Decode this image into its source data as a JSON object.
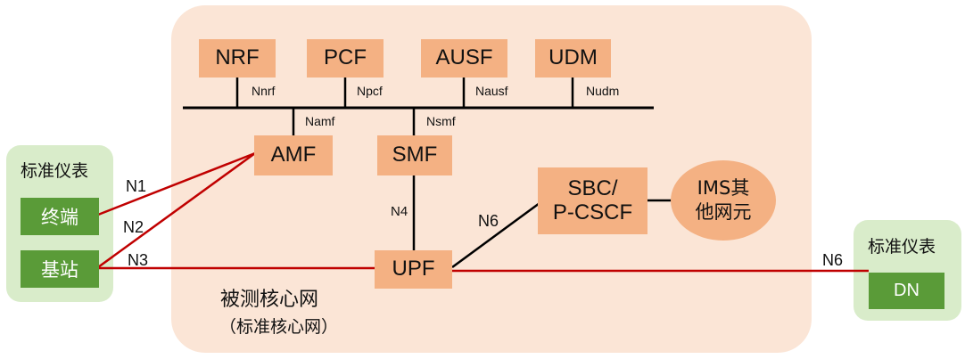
{
  "core": {
    "title": "被测核心网",
    "subtitle": "（标准核心网）"
  },
  "left_group": {
    "title": "标准仪表",
    "terminal": "终端",
    "base_station": "基站"
  },
  "right_group": {
    "title": "标准仪表",
    "dn": "DN"
  },
  "nfs": {
    "nrf": "NRF",
    "pcf": "PCF",
    "ausf": "AUSF",
    "udm": "UDM",
    "amf": "AMF",
    "smf": "SMF",
    "upf": "UPF",
    "sbc_line1": "SBC/",
    "sbc_line2": "P-CSCF",
    "ims_line1": "IMS其",
    "ims_line2": "他网元"
  },
  "interfaces": {
    "nnrf": "Nnrf",
    "npcf": "Npcf",
    "nausf": "Nausf",
    "nudm": "Nudm",
    "namf": "Namf",
    "nsmf": "Nsmf",
    "n1": "N1",
    "n2": "N2",
    "n3": "N3",
    "n4": "N4",
    "n6_sbc": "N6",
    "n6_dn": "N6"
  },
  "colors": {
    "core_bg": "#fbe5d6",
    "nf_fill": "#f4b183",
    "std_bg": "#d9ecca",
    "std_box": "#5a9b38",
    "red_link": "#c00000",
    "black_link": "#000000"
  }
}
